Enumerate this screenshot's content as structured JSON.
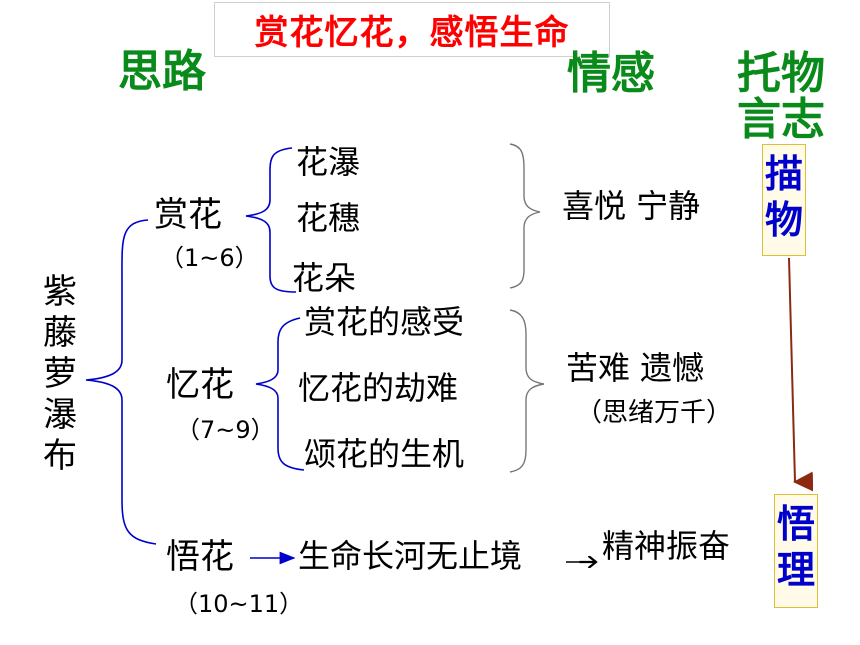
{
  "title": "赏花忆花，感悟生命",
  "headers": {
    "route": "思路",
    "emotion": "情感",
    "metaphor_line1": "托物",
    "metaphor_line2": "言志"
  },
  "root": "紫藤萝瀑布",
  "branches": [
    {
      "label": "赏花",
      "range": "（1~6）",
      "items": [
        "花瀑",
        "花穗",
        "花朵"
      ],
      "emotion": "喜悦 宁静"
    },
    {
      "label": "忆花",
      "range": "（7~9）",
      "items": [
        "赏花的感受",
        "忆花的劫难",
        "颂花的生机"
      ],
      "emotion": "苦难 遗憾",
      "emotion_note": "（思绪万千）"
    },
    {
      "label": "悟花",
      "range": "（10~11）",
      "flow_item": "生命长河无止境",
      "emotion": "精神振奋"
    }
  ],
  "boxes": {
    "describe": "描物",
    "realize": "悟理"
  },
  "colors": {
    "title": "#ff0000",
    "header": "#0a8a1a",
    "box_text": "#0000cc",
    "brace": "#0000cc",
    "arrow": "#8b2a10"
  }
}
